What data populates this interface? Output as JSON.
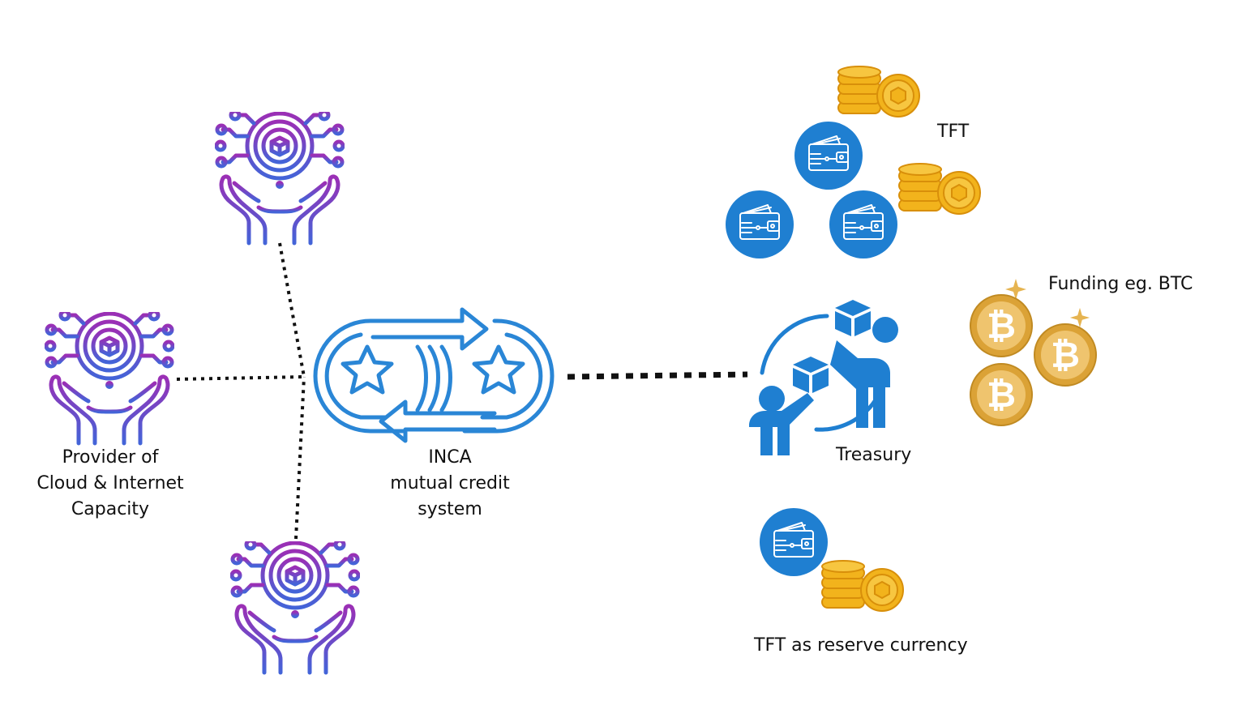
{
  "diagram": {
    "colors": {
      "provider_top": "#9b2fb5",
      "provider_bottom": "#4364d8",
      "inca_blue": "#2a86d6",
      "wallet_blue": "#1f7fd1",
      "coin_gold": "#f2b31c",
      "coin_dark": "#d88f0a",
      "btc_gold": "#e6ad3a",
      "connector": "#111111"
    },
    "providers": {
      "label_lines": [
        "Provider of",
        "Cloud & Internet",
        "Capacity"
      ],
      "icon": "provider-hands-icon"
    },
    "inca": {
      "label_lines": [
        "INCA",
        "mutual credit",
        "system"
      ],
      "icon": "mutual-credit-exchange-icon"
    },
    "tft": {
      "label": "TFT",
      "icons": [
        "wallet-icon",
        "coin-stack-icon"
      ]
    },
    "treasury": {
      "label": "Treasury",
      "icon": "people-exchange-icon"
    },
    "funding": {
      "label": "Funding eg. BTC",
      "icon": "bitcoin-coin-icon"
    },
    "reserve": {
      "label": "TFT as reserve currency",
      "icons": [
        "wallet-icon",
        "coin-stack-icon"
      ]
    }
  }
}
